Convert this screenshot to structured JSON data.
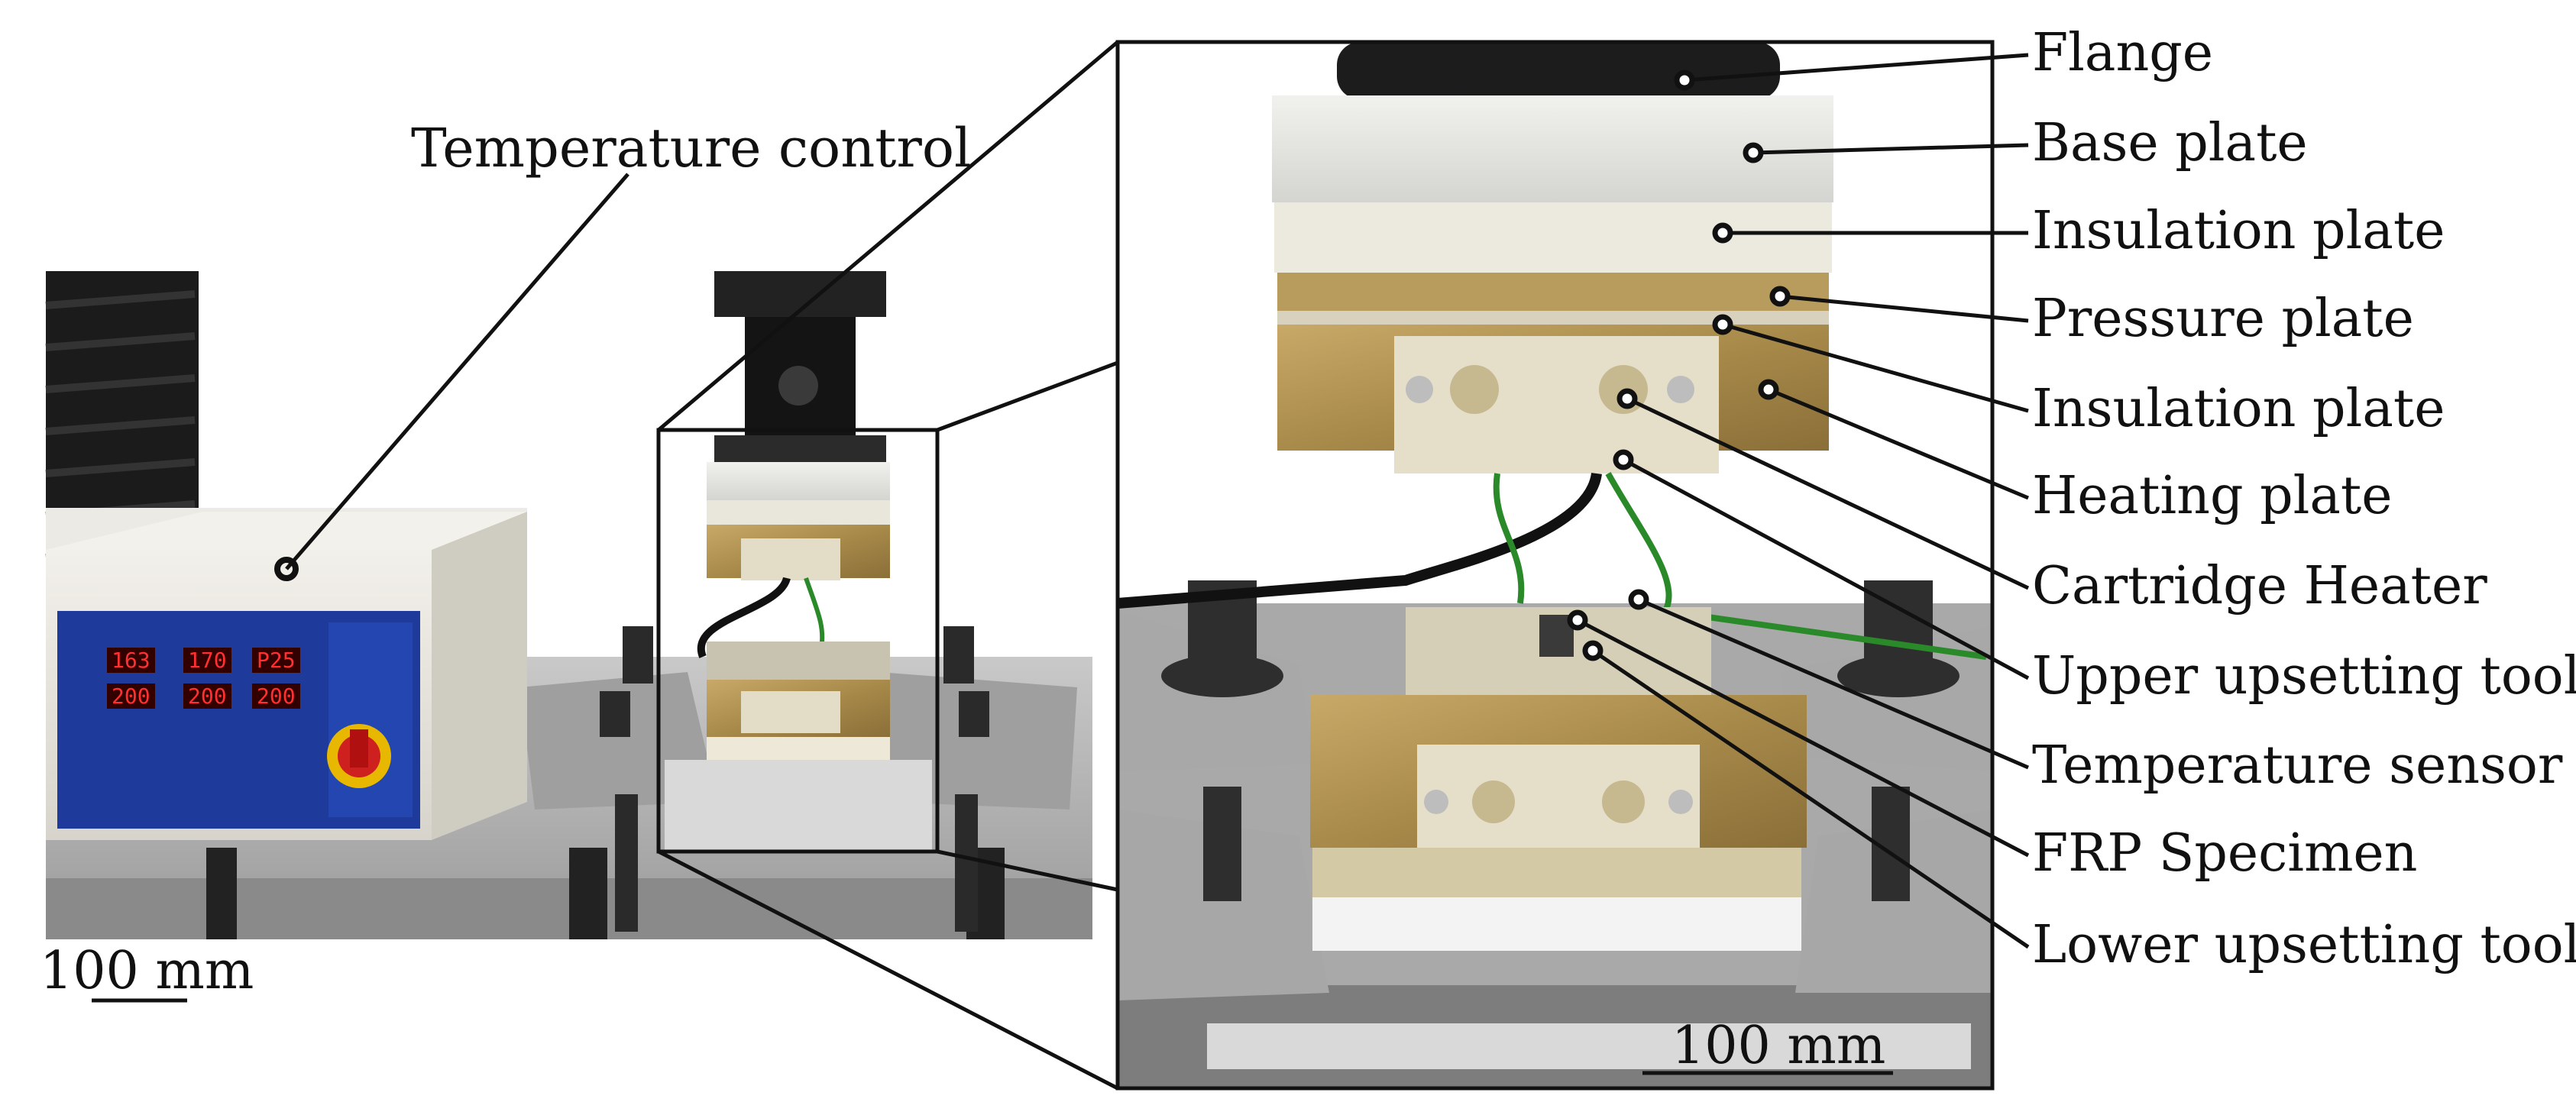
{
  "overview": {
    "temperature_control_label": "Temperature control",
    "scale_label": "100 mm",
    "controller_displays": [
      {
        "top": "163",
        "bottom": "200"
      },
      {
        "top": "170",
        "bottom": "200"
      },
      {
        "top": "P25",
        "bottom": "200"
      }
    ]
  },
  "detail": {
    "scale_label": "100 mm"
  },
  "callouts": [
    {
      "label": "Flange"
    },
    {
      "label": "Base plate"
    },
    {
      "label": "Insulation plate"
    },
    {
      "label": "Pressure plate"
    },
    {
      "label": "Insulation plate"
    },
    {
      "label": "Heating plate"
    },
    {
      "label": "Cartridge Heater"
    },
    {
      "label": "Upper upsetting tool"
    },
    {
      "label": "Temperature sensor"
    },
    {
      "label": "FRP Specimen"
    },
    {
      "label": "Lower upsetting tool"
    }
  ]
}
